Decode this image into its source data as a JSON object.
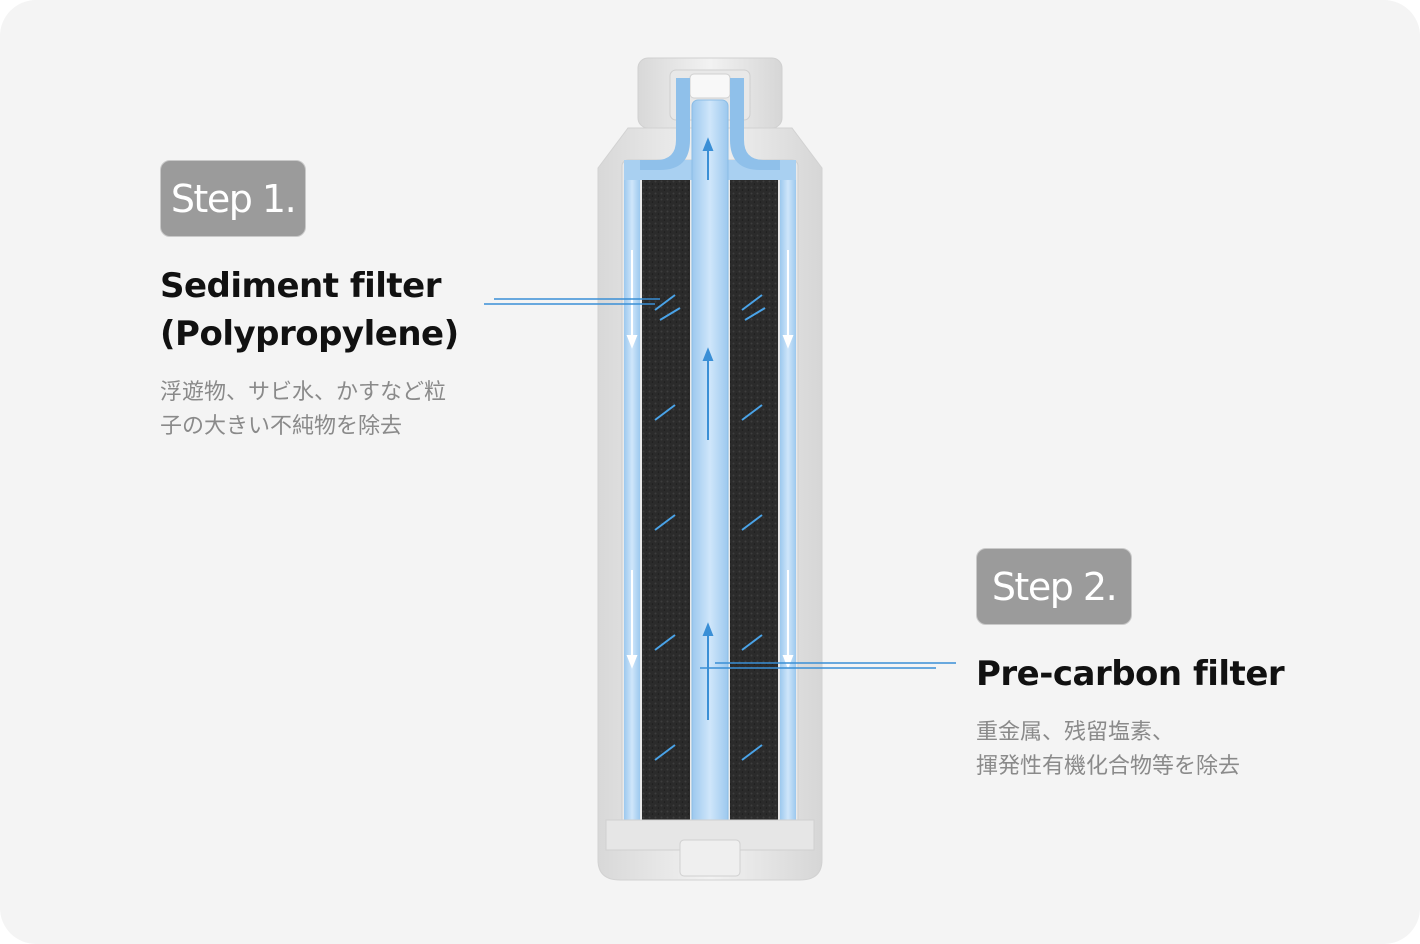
{
  "step1": {
    "badge": "Step 1.",
    "heading_line1": "Sediment filter",
    "heading_line2": "(Polypropylene)",
    "desc_line1": "浮遊物、サビ水、かすなど粒",
    "desc_line2": "子の大きい不純物を除去"
  },
  "step2": {
    "badge": "Step 2.",
    "heading": "Pre-carbon filter",
    "desc_line1": "重金属、残留塩素、",
    "desc_line2": "揮発性有機化合物等を除去"
  },
  "colors": {
    "background": "#f4f4f4",
    "badge": "#9b9b9b",
    "water": "#7fb6e6",
    "carbon": "#2a2a2a",
    "pointer": "#3a8fd6"
  }
}
